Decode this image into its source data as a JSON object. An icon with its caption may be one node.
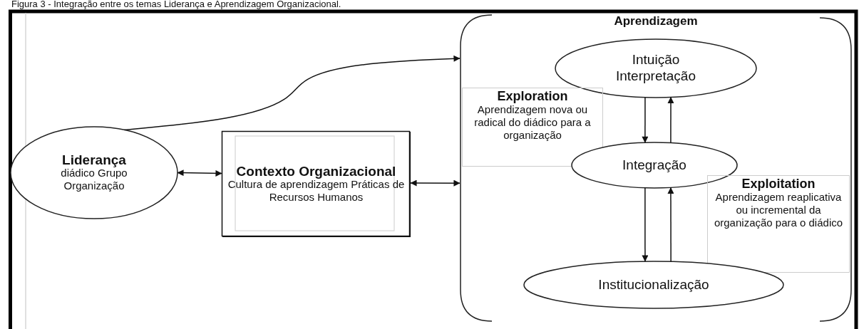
{
  "diagram": {
    "title": "Figura 3 - Integração entre os temas Liderança e Aprendizagem Organizacional.",
    "nodes": [
      {
        "text": [
          "Aprendizagem"
        ]
      },
      {
        "text": [
          "Intuição Interpretação"
        ],
        "in": 0
      },
      {
        "text": [
          "Exploration",
          "Aprendizagem nova ou radical do diádico para a organização"
        ],
        "in": 0
      },
      {
        "text": [
          "Integração"
        ],
        "in": 0
      },
      {
        "text": [
          "Exploitation",
          "Aprendizagem reaplicativa ou incremental da organização para o diádico"
        ],
        "in": 0
      },
      {
        "text": [
          "Institucionalização"
        ],
        "in": 0
      },
      {
        "text": [
          "Liderança",
          "diádico Grupo Organização"
        ]
      },
      {
        "text": [
          "Contexto Organizacional",
          "Cultura de aprendizagem Práticas de Recursos Humanos"
        ]
      }
    ],
    "edges": [
      {
        "from": 6,
        "to": 0,
        "arrow": "to"
      },
      {
        "from": 6,
        "to": 7,
        "arrow": "both"
      },
      {
        "from": 7,
        "to": 0,
        "arrow": "both"
      },
      {
        "from": 1,
        "to": 3,
        "arrow": "to"
      },
      {
        "from": 3,
        "to": 1,
        "arrow": "to"
      },
      {
        "from": 3,
        "to": 5,
        "arrow": "to"
      },
      {
        "from": 5,
        "to": 3,
        "arrow": "to"
      }
    ]
  }
}
